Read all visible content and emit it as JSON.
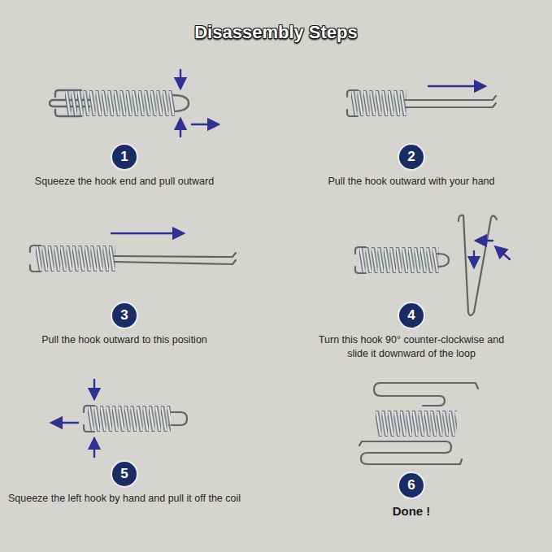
{
  "diagram": {
    "title": "Disassembly Steps",
    "nodes": [
      {
        "text": [
          "1",
          "Squeeze the hook end and pull outward"
        ]
      },
      {
        "text": [
          "2",
          "Pull the hook outward with your hand"
        ]
      },
      {
        "text": [
          "3",
          "Pull the hook outward to this position"
        ]
      },
      {
        "text": [
          "4",
          "Turn this hook 90° counter-clockwise and slide it downward of the loop"
        ]
      },
      {
        "text": [
          "5",
          "Squeeze the left hook by hand and pull it off the coil"
        ]
      },
      {
        "text": [
          "6",
          "Done !"
        ]
      }
    ]
  }
}
